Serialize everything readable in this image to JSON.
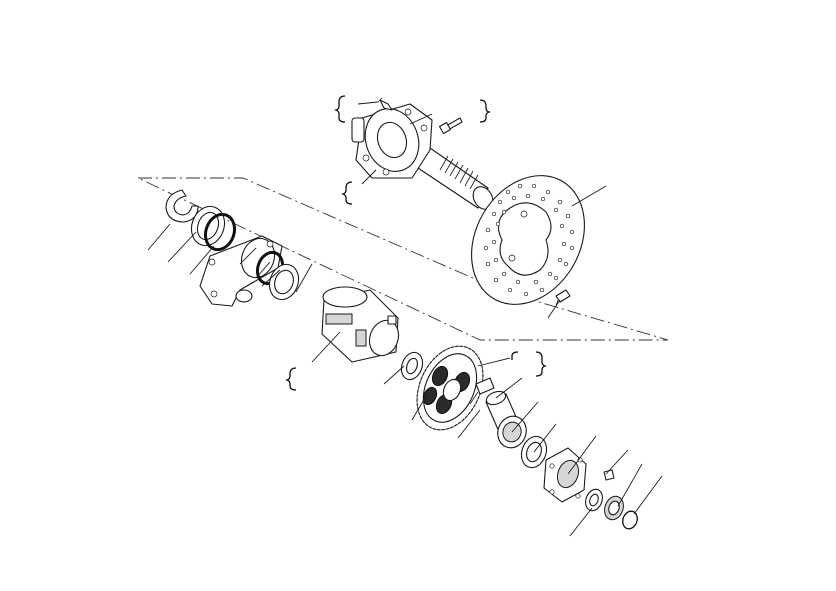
{
  "diagram": {
    "callout_labels": [],
    "groups": [
      {
        "name": "upper-assembly-bracket"
      },
      {
        "name": "left-assembly-bracket"
      },
      {
        "name": "lower-assembly-bracket"
      }
    ]
  }
}
